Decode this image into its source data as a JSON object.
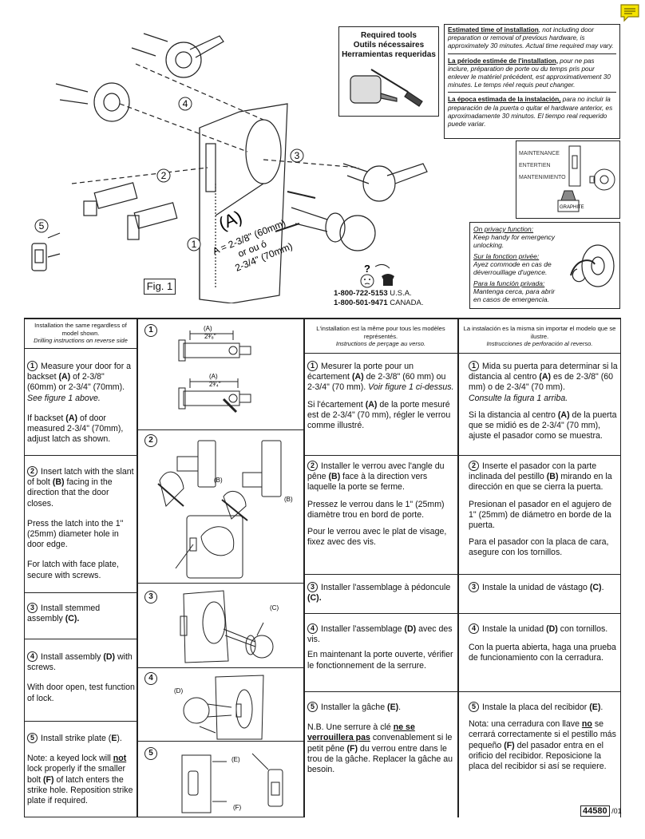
{
  "header": {
    "tools": {
      "title_en": "Required tools",
      "title_fr": "Outils nécessaires",
      "title_es": "Herramientas requeridas"
    },
    "time": {
      "en_head": "Estimated time of installation",
      "en_body": ", not including door preparation or removal of previous hardware, is approximately 30 minutes. Actual time required may vary.",
      "fr_head": "La période estimée de l'installation,",
      "fr_body": " pour ne pas inclure, préparation de porte ou du temps pris pour enlever le matériel précédent, est approximativement 30 minutes. Le temps réel requis peut changer.",
      "es_head": "La época estimada de la instalación,",
      "es_body": " para no incluir la preparación de la puerta o quitar el hardware anterior, es aproximadamente 30 minutos. El tiempo real requerido puede variar."
    },
    "maintenance": {
      "l1": "MAINTENANCE",
      "l2": "ENTERTIEN",
      "l3": "MANTENIMIENTO",
      "graphite": "GRAPHITE"
    },
    "privacy": {
      "en_head": "On privacy function:",
      "en_body": "Keep handy for emergency unlocking.",
      "fr_head": "Sur la fonction privée:",
      "fr_body": "Ayez commode en cas de déverrouillage d'ugence.",
      "es_head": "Para la función privada:",
      "es_body": "Mantenga cerca, para abrir en casos de emergencia."
    },
    "figure": {
      "label": "Fig. 1",
      "callouts": [
        "1",
        "2",
        "3",
        "4",
        "5"
      ],
      "A": "(A)",
      "dim1": "A = 2-3/8\" (60mm)",
      "dim2": "or ou ó",
      "dim3": "2-3/4\" (70mm)"
    },
    "phones": {
      "q": "?",
      "us_num": "1-800-722-5153",
      "us_label": " U.S.A.",
      "ca_num": "1-800-501-9471",
      "ca_label": " CANADA."
    }
  },
  "columns": {
    "en_head_1": "Installation the same regardless of model shown.",
    "en_head_2": "Drilling instructions on reverse side",
    "fr_head_1": "L'installation est la même pour tous les modèles représentés.",
    "fr_head_2": "Instructions de perçage au verso.",
    "es_head_1": "La instalación es la misma sin importar el modelo que se ilustre.",
    "es_head_2": "Instrucciones de perforación al reverso."
  },
  "en": {
    "s1a": "Measure your door for a backset ",
    "s1b": "(A)",
    "s1c": " of 2-3/8\" (60mm) or 2-3/4\" (70mm).",
    "s1d": "See figure 1 above.",
    "s1e": "If backset ",
    "s1f": "(A)",
    "s1g": " of door measured 2-3/4\" (70mm), adjust latch as shown.",
    "s2a": "Insert latch with the slant of bolt ",
    "s2b": "(B)",
    "s2c": " facing in the direction that the door closes.",
    "s2d": "Press the latch into the 1\" (25mm) diameter hole in door edge.",
    "s2e": "For latch with face plate, secure with screws.",
    "s3a": "Install  stemmed assembly ",
    "s3b": "(C).",
    "s4a": "Install assembly ",
    "s4b": "(D)",
    "s4c": " with screws.",
    "s4d": "With door open, test function of lock.",
    "s5a": "Install strike plate (",
    "s5b": "E",
    "s5c": ").",
    "s5d": "Note: a keyed lock will ",
    "s5e": "not ",
    "s5f": "lock properly if the smaller bolt ",
    "s5g": "(F)",
    "s5h": " of latch enters the strike hole. Reposition strike plate if required."
  },
  "diagrams": {
    "d1a": "(A)",
    "d1b": "2³⁄₈\"",
    "d1c": "(A)",
    "d1d": "2³⁄₄\"",
    "d2a": "(B)",
    "d2b": "(B)",
    "d3": "(C)",
    "d4": "(D)",
    "d5a": "(E)",
    "d5b": "(F)"
  },
  "fr": {
    "s1a": "Mesurer la porte pour un écartement ",
    "s1b": "(A)",
    "s1c": " de 2-3/8\" (60 mm) ou 2-3/4\" (70 mm). ",
    "s1d": "Voir figure 1 ci-dessus.",
    "s1e": "Si l'écartement ",
    "s1f": "(A)",
    "s1g": " de la porte mesuré est de 2-3/4\" (70 mm), régler le verrou comme illustré.",
    "s2a": "Installer le verrou avec l'angle du pêne ",
    "s2b": "(B)",
    "s2c": " face à la direction vers laquelle la porte se ferme.",
    "s2d": "Pressez le verrou dans le 1\" (25mm) diamètre  trou en bord de porte.",
    "s2e": "Pour le verrou avec le plat de visage, fixez avec des vis.",
    "s3a": "Installer l'assemblage à pédoncule ",
    "s3b": "(C).",
    "s4a": "Installer l'assemblage ",
    "s4b": "(D)",
    "s4c": " avec des vis.",
    "s4d": "En maintenant la porte ouverte, vérifier le fonctionnement de la serrure.",
    "s5a": "Installer la gâche ",
    "s5b": "(E)",
    "s5c": ".",
    "s5d": "N.B. Une serrure à clé ",
    "s5e": "ne se verrouillera pas",
    "s5f": " convenablement si le petit pêne ",
    "s5g": "(F)",
    "s5h": " du verrou entre dans le trou de la gâche. Replacer la gâche au besoin."
  },
  "es": {
    "s1a": "Mida su puerta para determinar si la distancia al centro ",
    "s1b": "(A)",
    "s1c": " es de 2-3/8\" (60 mm)  o de 2-3/4\" (70 mm).",
    "s1d": "Consulte la figura 1 arriba.",
    "s1e": "Si la distancia al centro ",
    "s1f": "(A)",
    "s1g": " de la puerta que se midió es de 2-3/4\" (70 mm), ajuste el pasador como se muestra.",
    "s2a": "Inserte el pasador con la parte inclinada del pestillo ",
    "s2b": "(B)",
    "s2c": " mirando en la dirección en que se cierra la puerta.",
    "s2d": "Presionan el pasador en el agujero de 1\" (25mm) de diámetro en borde de la puerta.",
    "s2e": "Para el pasador con la placa de cara, asegure con los tornillos.",
    "s3a": "Instale la unidad de vástago ",
    "s3b": "(C)",
    "s3c": ".",
    "s4a": "Instale la unidad ",
    "s4b": "(D)",
    "s4c": " con tornillos.",
    "s4d": "Con la puerta abierta, haga una prueba de funcionamiento con la cerradura.",
    "s5a": "Instale la placa del recibidor ",
    "s5b": "(E)",
    "s5c": ".",
    "s5d": "Nota:  una cerradura con llave ",
    "s5e": "no",
    "s5f": " se cerrará correctamente si el pestillo más pequeño ",
    "s5g": "(F)",
    "s5h": " del pasador entra en el orificio del recibidor.  Reposicione la placa del recibidor si así se requiere."
  },
  "footer": {
    "code": "44580",
    "rev": " /01"
  },
  "step_numbers": [
    "1",
    "2",
    "3",
    "4",
    "5"
  ]
}
